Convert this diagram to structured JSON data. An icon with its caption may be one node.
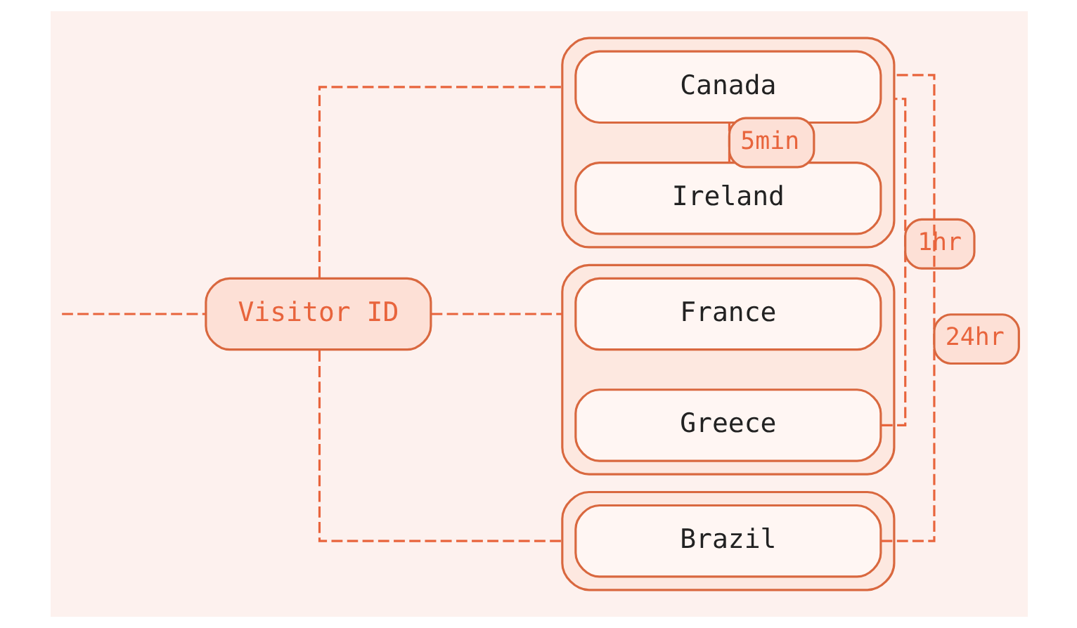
{
  "diagram": {
    "nodes": [
      {
        "text": [
          "Visitor ID"
        ]
      },
      {
        "text": [],
        "shape": "box"
      },
      {
        "text": [
          "Canada"
        ],
        "in": 1
      },
      {
        "text": [
          "Ireland"
        ],
        "in": 1
      },
      {
        "text": [],
        "shape": "box"
      },
      {
        "text": [
          "France"
        ],
        "in": 4
      },
      {
        "text": [
          "Greece"
        ],
        "in": 4
      },
      {
        "text": [],
        "shape": "box"
      },
      {
        "text": [
          "Brazil"
        ],
        "in": 7
      }
    ],
    "edges": [
      {
        "from": null,
        "to": 0,
        "arrow": "none",
        "style": "dashed"
      },
      {
        "from": 0,
        "to": 1,
        "arrow": "none",
        "style": "dashed"
      },
      {
        "from": 0,
        "to": 4,
        "arrow": "none",
        "style": "dashed"
      },
      {
        "from": 0,
        "to": 7,
        "arrow": "none",
        "style": "dashed"
      },
      {
        "from": 3,
        "to": 1,
        "arrow": "none",
        "style": "dashed",
        "label": "5min"
      },
      {
        "from": 6,
        "to": 1,
        "arrow": "none",
        "style": "dashed",
        "label": "1hr"
      },
      {
        "from": 8,
        "to": 1,
        "arrow": "none",
        "style": "dashed",
        "label": "24hr"
      }
    ]
  }
}
